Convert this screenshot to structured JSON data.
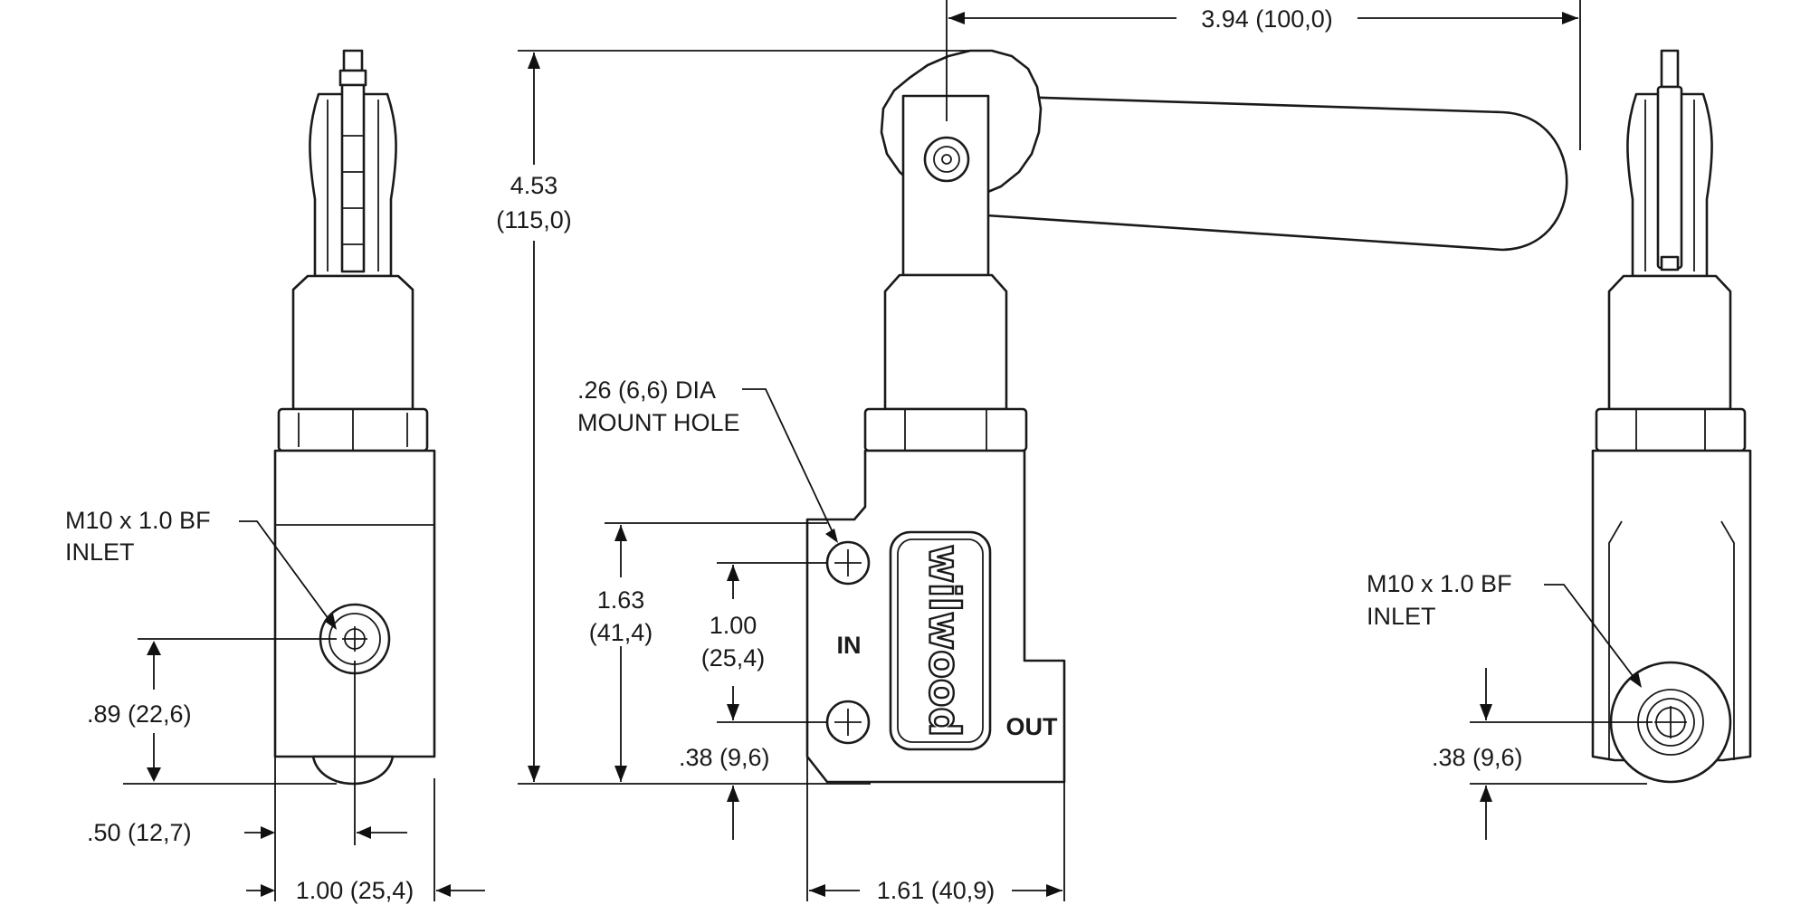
{
  "labels": {
    "left_thread": "M10 x 1.0 BF",
    "left_inlet": "INLET",
    "left_height": ".89 (22,6)",
    "left_offset": ".50 (12,7)",
    "left_width": "1.00 (25,4)",
    "total_height_in": "4.53",
    "total_height_mm": "(115,0)",
    "handle_length": "3.94 (100,0)",
    "mount_hole_1": ".26 (6,6) DIA",
    "mount_hole_2": "MOUNT HOLE",
    "block_height_in": "1.63",
    "block_height_mm": "(41,4)",
    "hole_spacing_in": "1.00",
    "hole_spacing_mm": "(25,4)",
    "center_bottom": ".38 (9,6)",
    "center_width": "1.61 (40,9)",
    "port_in": "IN",
    "port_out": "OUT",
    "logo": "wilwood",
    "right_thread": "M10 x 1.0 BF",
    "right_inlet": "INLET",
    "right_bottom": ".38 (9,6)"
  }
}
